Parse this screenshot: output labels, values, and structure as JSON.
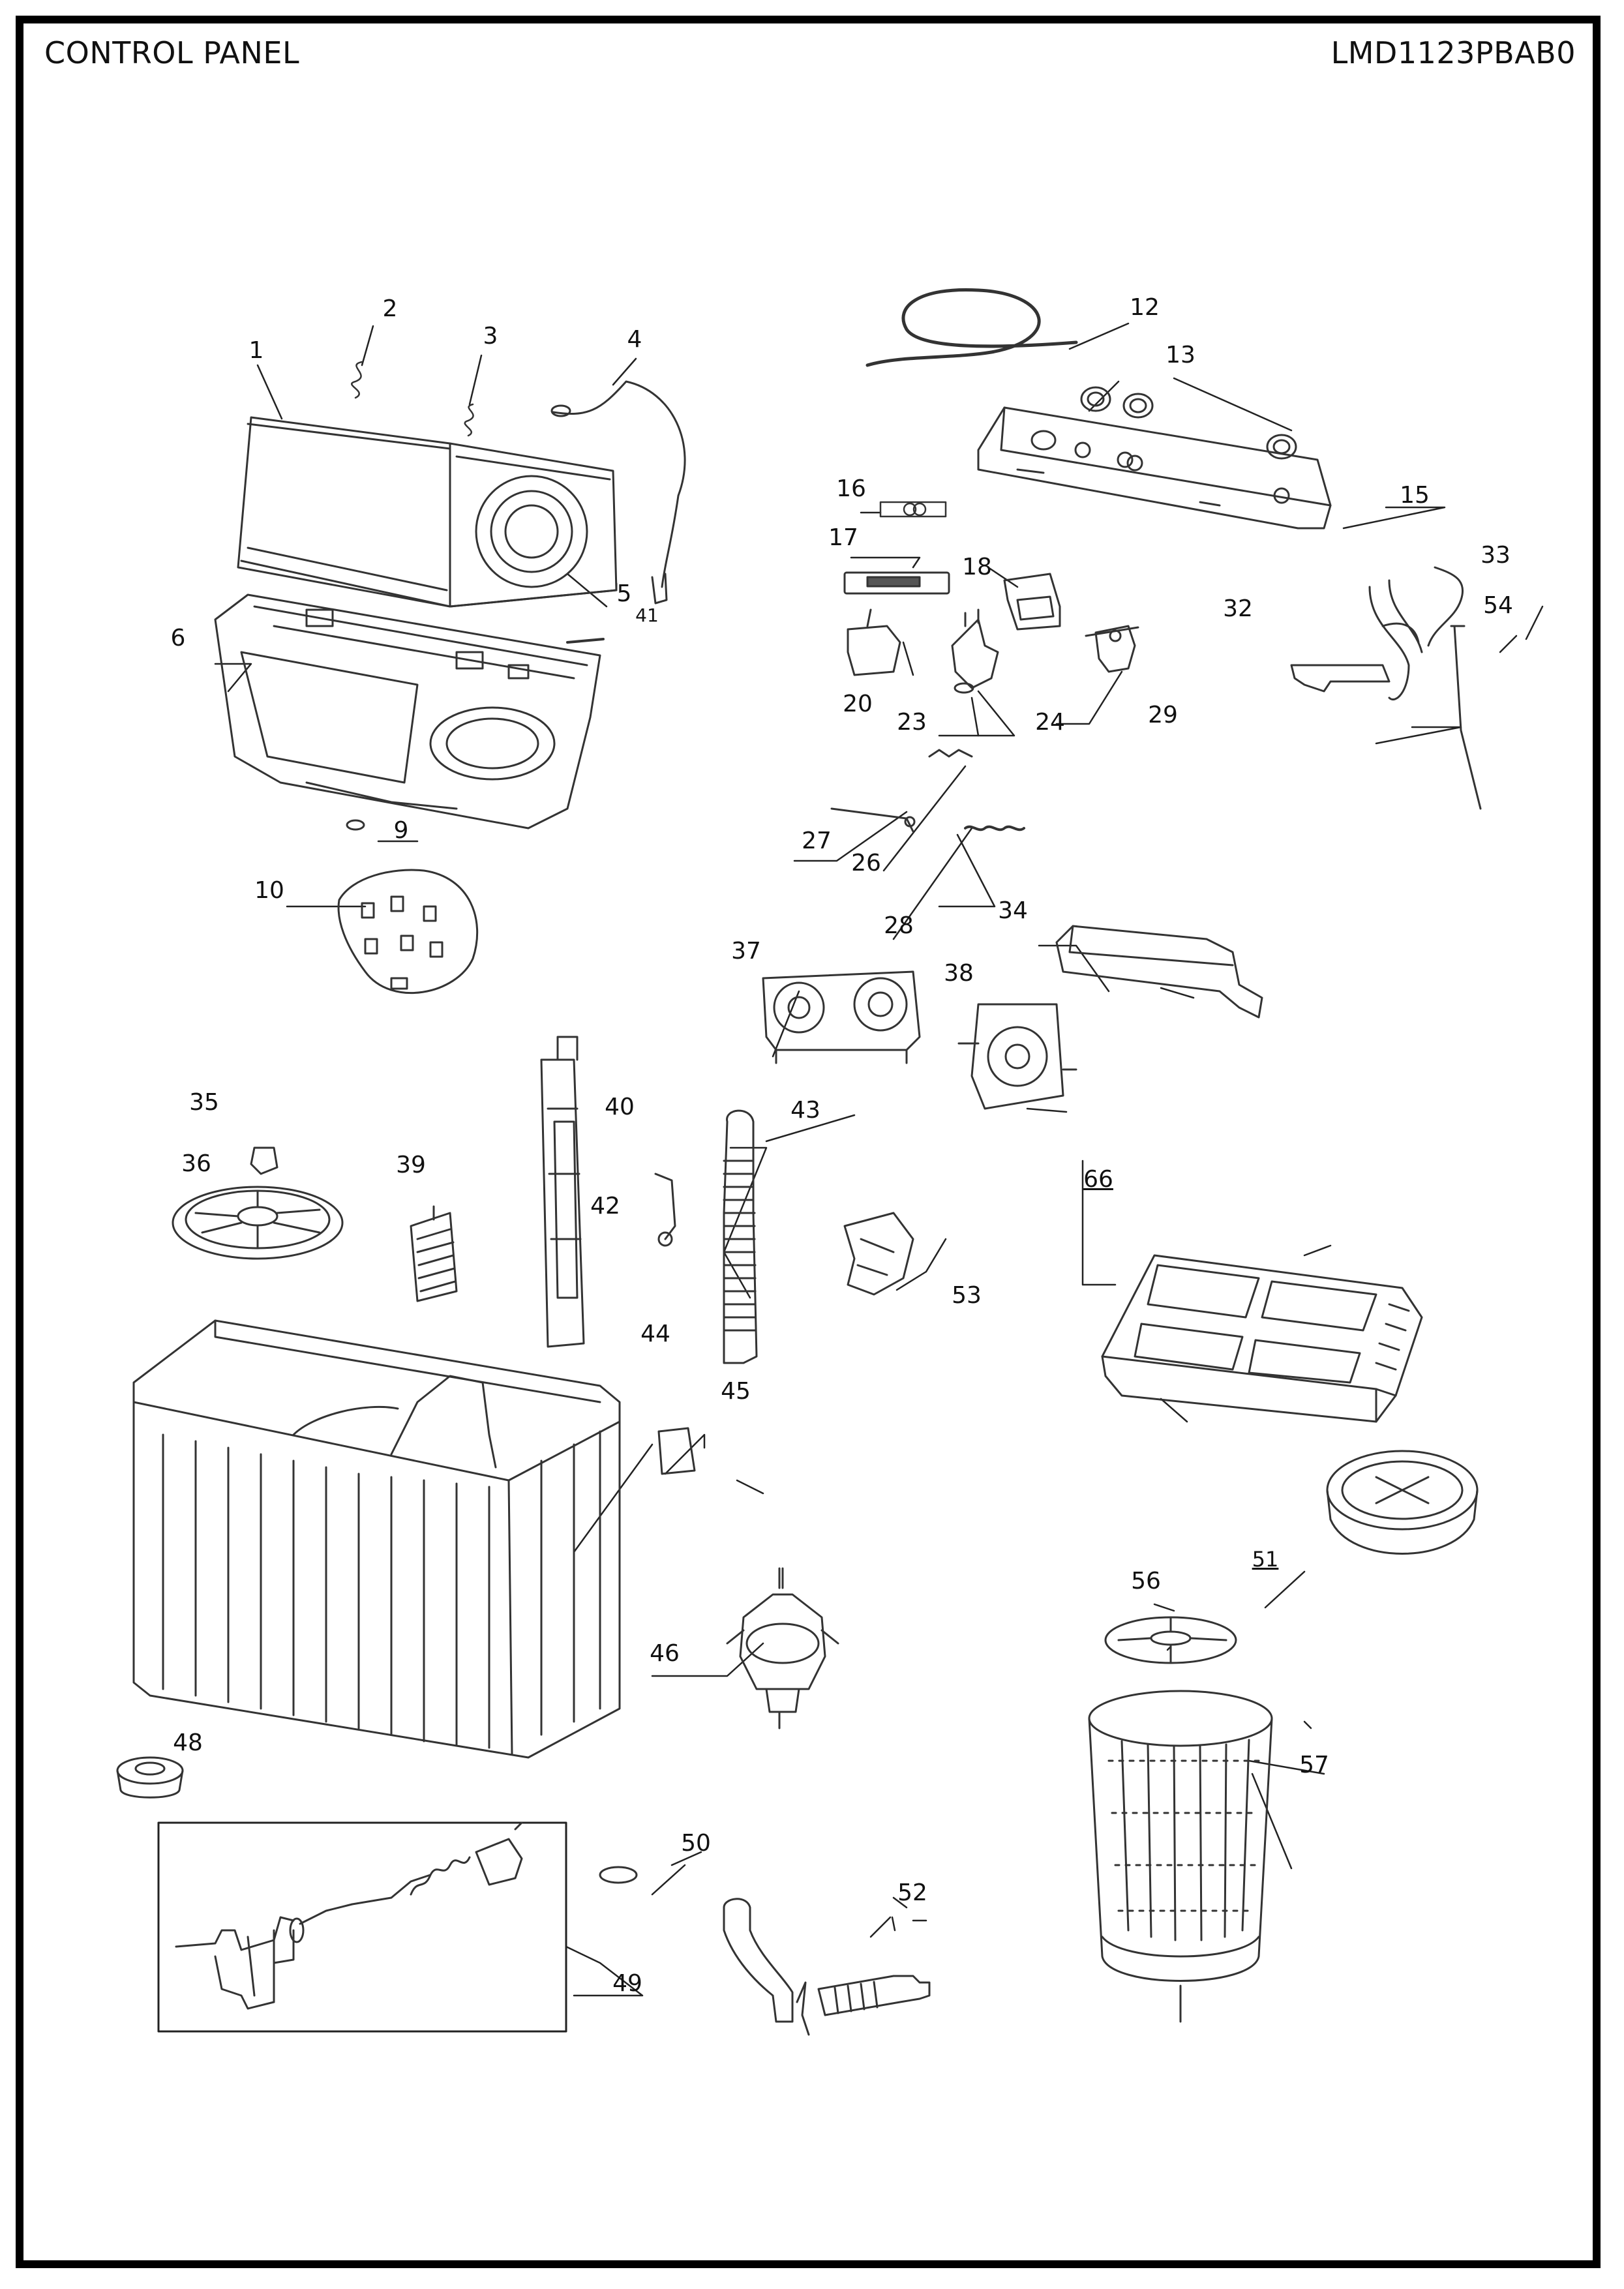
{
  "header": {
    "section_title": "CONTROL PANEL",
    "model_number": "LMD1123PBAB0"
  },
  "parts": [
    {
      "id": "p1",
      "label": "1"
    },
    {
      "id": "p2",
      "label": "2"
    },
    {
      "id": "p3",
      "label": "3"
    },
    {
      "id": "p4",
      "label": "4"
    },
    {
      "id": "p5",
      "label": "5"
    },
    {
      "id": "p6",
      "label": "6"
    },
    {
      "id": "p9",
      "label": "9"
    },
    {
      "id": "p10",
      "label": "10"
    },
    {
      "id": "p12",
      "label": "12"
    },
    {
      "id": "p13",
      "label": "13"
    },
    {
      "id": "p15",
      "label": "15"
    },
    {
      "id": "p16",
      "label": "16"
    },
    {
      "id": "p17",
      "label": "17"
    },
    {
      "id": "p18",
      "label": "18"
    },
    {
      "id": "p20",
      "label": "20"
    },
    {
      "id": "p23",
      "label": "23"
    },
    {
      "id": "p24",
      "label": "24"
    },
    {
      "id": "p26",
      "label": "26"
    },
    {
      "id": "p27",
      "label": "27"
    },
    {
      "id": "p28",
      "label": "28"
    },
    {
      "id": "p29",
      "label": "29"
    },
    {
      "id": "p32",
      "label": "32"
    },
    {
      "id": "p33",
      "label": "33"
    },
    {
      "id": "p34",
      "label": "34"
    },
    {
      "id": "p35",
      "label": "35"
    },
    {
      "id": "p36",
      "label": "36"
    },
    {
      "id": "p37",
      "label": "37"
    },
    {
      "id": "p38",
      "label": "38"
    },
    {
      "id": "p39",
      "label": "39"
    },
    {
      "id": "p40",
      "label": "40"
    },
    {
      "id": "p41",
      "label": "41"
    },
    {
      "id": "p42",
      "label": "42"
    },
    {
      "id": "p43",
      "label": "43"
    },
    {
      "id": "p44",
      "label": "44"
    },
    {
      "id": "p45",
      "label": "45"
    },
    {
      "id": "p46",
      "label": "46"
    },
    {
      "id": "p48",
      "label": "48"
    },
    {
      "id": "p49",
      "label": "49"
    },
    {
      "id": "p50",
      "label": "50"
    },
    {
      "id": "p51",
      "label": "51"
    },
    {
      "id": "p52",
      "label": "52"
    },
    {
      "id": "p53",
      "label": "53"
    },
    {
      "id": "p54",
      "label": "54"
    },
    {
      "id": "p56",
      "label": "56"
    },
    {
      "id": "p57",
      "label": "57"
    },
    {
      "id": "p66",
      "label": "66"
    }
  ]
}
